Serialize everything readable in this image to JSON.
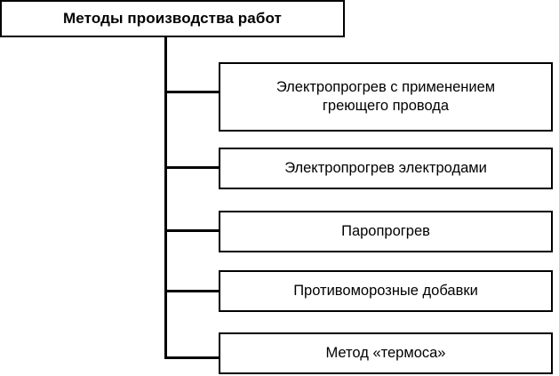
{
  "diagram": {
    "type": "tree-hierarchy",
    "orientation": "vertical-trunk-left",
    "language": "ru",
    "colors": {
      "background": "#ffffff",
      "stroke": "#000000",
      "text": "#000000"
    },
    "root": {
      "label": "Методы производства работ",
      "bold": true
    },
    "children": [
      {
        "label": "Электропрогрев с применением\nгреющего провода",
        "lines": 2
      },
      {
        "label": "Электропрогрев электродами",
        "lines": 1
      },
      {
        "label": "Паропрогрев",
        "lines": 1
      },
      {
        "label": "Противоморозные добавки",
        "lines": 1
      },
      {
        "label": "Метод «термоса»",
        "lines": 1
      }
    ]
  }
}
